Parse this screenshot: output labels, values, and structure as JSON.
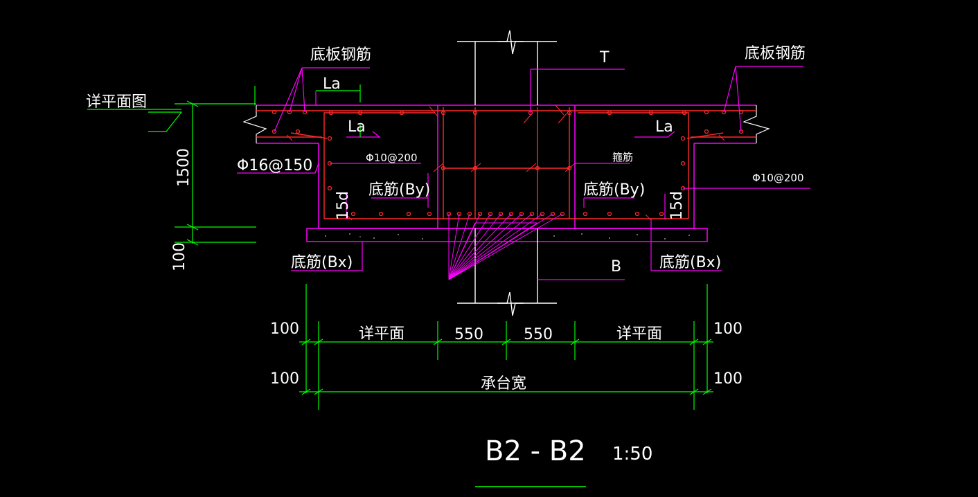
{
  "drawing": {
    "title": "B2 - B2",
    "scale": "1:50",
    "colors": {
      "background": "#000000",
      "rebar": "#ff2a2a",
      "leader": "#ff00ff",
      "dimension": "#00ff00",
      "concrete": "#ff00ff",
      "text": "#ffffff"
    }
  },
  "labels": {
    "slab_rebar_left": "底板钢筋",
    "slab_rebar_right": "底板钢筋",
    "plan_ref": "详平面图",
    "la_top_left": "La",
    "la_inner_left": "La",
    "la_inner_right": "La",
    "stirrup_left": "Φ16@150",
    "stirrup_right_note": "箍筋",
    "dist_left": "Φ10@200",
    "dist_right": "Φ10@200",
    "bottom_by_left": "底筋(By)",
    "bottom_by_right": "底筋(By)",
    "bottom_bx_left": "底筋(Bx)",
    "bottom_bx_right": "底筋(Bx)",
    "hook_left": "15d",
    "hook_right": "15d",
    "top_mark": "T",
    "bottom_mark": "B"
  },
  "dimensions": {
    "height_main": "1500",
    "height_pad": "100",
    "row1": [
      "100",
      "详平面",
      "550",
      "550",
      "详平面",
      "100"
    ],
    "row2": [
      "100",
      "承台宽",
      "100"
    ]
  }
}
